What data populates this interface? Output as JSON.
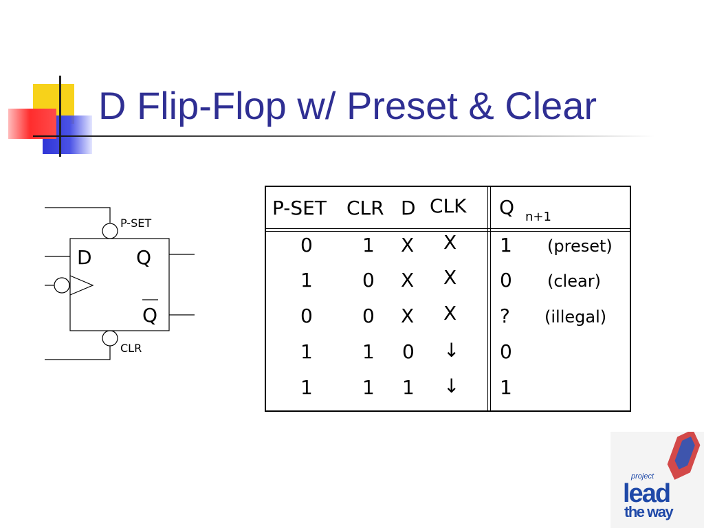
{
  "slide": {
    "title": "D Flip-Flop w/ Preset & Clear"
  },
  "symbol": {
    "pset_label": "P-SET",
    "clr_label": "CLR",
    "d_label": "D",
    "q_label": "Q",
    "qbar_label": "Q"
  },
  "table": {
    "headers": {
      "pset": "P-SET",
      "clr": "CLR",
      "d": "D",
      "clk": "CLK",
      "q": "Q",
      "q_sub": "n+1"
    },
    "rows": [
      {
        "pset": "0",
        "clr": "1",
        "d": "X",
        "clk": "X",
        "q": "1",
        "note": "(preset)"
      },
      {
        "pset": "1",
        "clr": "0",
        "d": "X",
        "clk": "X",
        "q": "0",
        "note": "(clear)"
      },
      {
        "pset": "0",
        "clr": "0",
        "d": "X",
        "clk": "X",
        "q": "?",
        "note": "(illegal)"
      },
      {
        "pset": "1",
        "clr": "1",
        "d": "0",
        "clk": "↓",
        "q": "0",
        "note": ""
      },
      {
        "pset": "1",
        "clr": "1",
        "d": "1",
        "clk": "↓",
        "q": "1",
        "note": ""
      }
    ]
  },
  "logo": {
    "line1": "project",
    "line2": "lead",
    "line3": "the way"
  },
  "colors": {
    "title": "#2f2f93",
    "logo_blue": "#1f49a8",
    "logo_red": "#cc2a2a"
  }
}
